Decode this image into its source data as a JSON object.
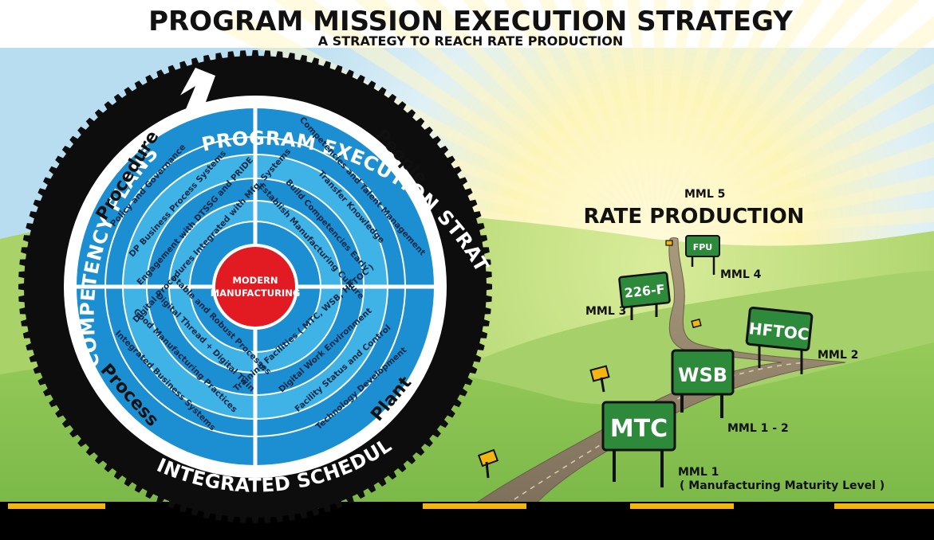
{
  "header": {
    "title": "PROGRAM MISSION EXECUTION STRATEGY",
    "subtitle": "A STRATEGY TO REACH RATE PRODUCTION"
  },
  "wheel": {
    "center_label_line1": "MODERN",
    "center_label_line2": "MANUFACTURING",
    "ring_top": "PROGRAM EXECUTION STRATEGY",
    "ring_left": "COMPETENCY PLANS",
    "ring_bottom": "INTEGRATED SCHEDULE",
    "quadrants": {
      "procedure": {
        "label": "Procedure",
        "items": [
          "Policy and Governance",
          "DP Business Process Systems",
          "Engagement with DTSSG and PRIDE",
          "Digital Procedures Integrated with Mfg. Systems"
        ]
      },
      "people": {
        "label": "People",
        "items": [
          "Competencies and Talent Management",
          "Transfer Knowledge",
          "Build Competencies Early",
          "Establish Manufacturing Culture"
        ]
      },
      "process": {
        "label": "Process",
        "items": [
          "Integrated Business Systems",
          "Good Manufacturing Practices",
          "Digital Thread + Digital Twin",
          "Stable and Robust Processes"
        ]
      },
      "plant": {
        "label": "Plant",
        "items": [
          "Technology Development",
          "Facility Status and Control",
          "Digital Work Environment",
          "Training Facilities ( MTC, WSB, HFTOC )"
        ]
      }
    }
  },
  "roadmap": {
    "goal_level": "MML 5",
    "goal_title": "RATE PRODUCTION",
    "signs": [
      {
        "label": "MTC",
        "level": "MML 1",
        "note": "( Manufacturing Maturity Level )"
      },
      {
        "label": "WSB",
        "level": "MML 1 - 2"
      },
      {
        "label": "HFTOC",
        "level": "MML 2"
      },
      {
        "label": "226-F",
        "level": "MML 3"
      },
      {
        "label": "FPU",
        "level": "MML 4"
      }
    ]
  },
  "colors": {
    "ring_dark": "#0d0d0d",
    "blue_outer": "#1b8fd1",
    "blue_inner": "#3fb3e6",
    "center_red": "#e21b23",
    "sign_green": "#2d8a3a",
    "grass": "#8ec655",
    "road_line": "#f5b50f"
  }
}
